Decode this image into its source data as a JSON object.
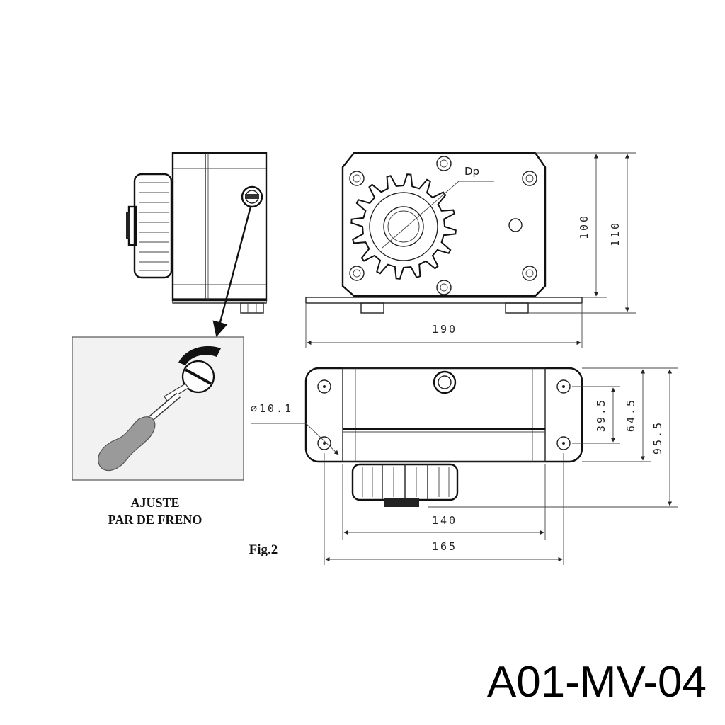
{
  "labels": {
    "dp": "Dp",
    "dim_100": "100",
    "dim_110": "110",
    "dim_190": "190",
    "dim_hole": "∅10.1",
    "dim_39_5": "39.5",
    "dim_64_5": "64.5",
    "dim_95_5": "95.5",
    "dim_140": "140",
    "dim_165": "165",
    "caption_line1": "AJUSTE",
    "caption_line2": "PAR DE FRENO",
    "figure": "Fig.2",
    "model_code": "A01-MV-04"
  },
  "colors": {
    "line": "#222222",
    "inset_bg": "#f2f2f2",
    "handle": "#9a9a9a",
    "arrow": "#111111"
  }
}
